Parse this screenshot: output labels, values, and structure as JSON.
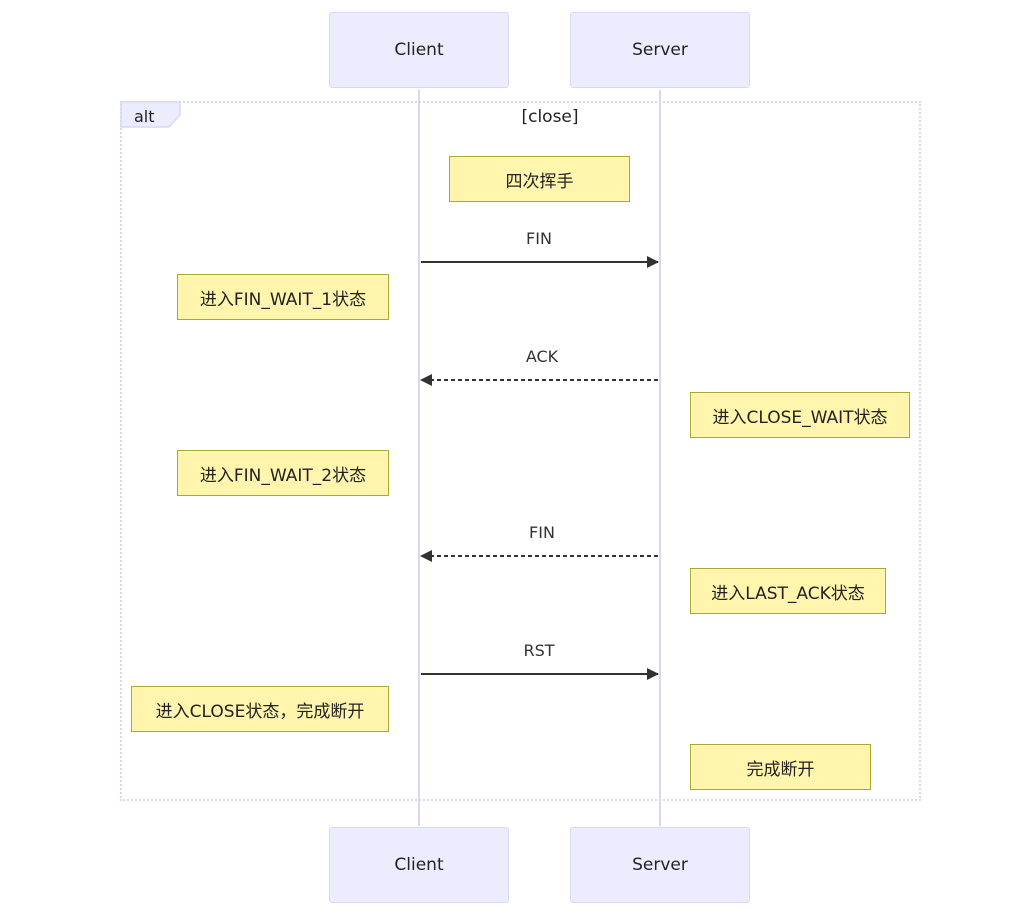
{
  "participants": [
    {
      "name": "Client"
    },
    {
      "name": "Server"
    }
  ],
  "alt": {
    "label": "alt",
    "condition": "[close]"
  },
  "messages": [
    {
      "label": "FIN",
      "from": "Client",
      "to": "Server",
      "style": "solid"
    },
    {
      "label": "ACK",
      "from": "Server",
      "to": "Client",
      "style": "dashed"
    },
    {
      "label": "FIN",
      "from": "Server",
      "to": "Client",
      "style": "dashed"
    },
    {
      "label": "RST",
      "from": "Client",
      "to": "Server",
      "style": "solid"
    }
  ],
  "notes": [
    {
      "text": "四次挥手"
    },
    {
      "text": "进入FIN_WAIT_1状态"
    },
    {
      "text": "进入CLOSE_WAIT状态"
    },
    {
      "text": "进入FIN_WAIT_2状态"
    },
    {
      "text": "进入LAST_ACK状态"
    },
    {
      "text": "进入CLOSE状态，完成断开"
    },
    {
      "text": "完成断开"
    }
  ],
  "colors": {
    "actor_fill": "#ececff",
    "actor_border": "#d9d8f3",
    "lifeline": "#d9d8f3",
    "note_fill": "#fff5ad",
    "note_border": "#aaaa33",
    "arrow": "#333333"
  }
}
